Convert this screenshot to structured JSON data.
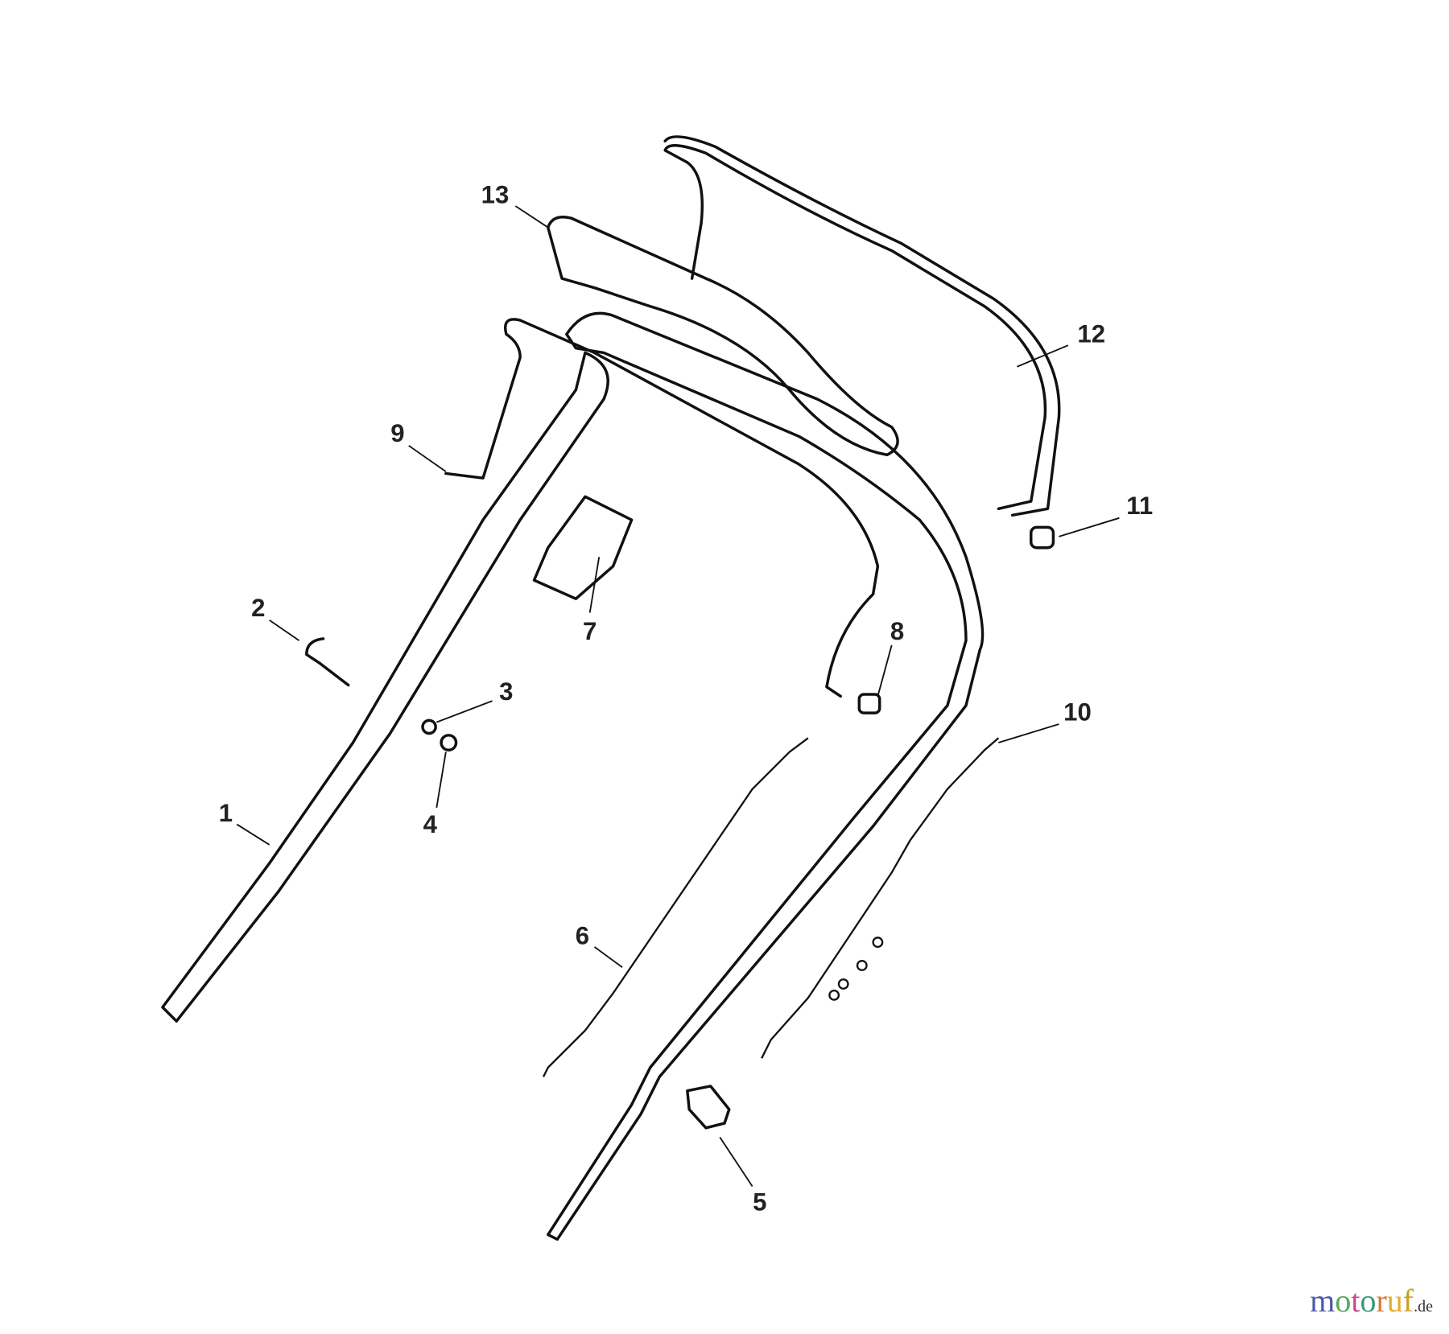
{
  "diagram": {
    "callouts": [
      "1",
      "2",
      "3",
      "4",
      "5",
      "6",
      "7",
      "8",
      "9",
      "10",
      "11",
      "12",
      "13"
    ]
  },
  "logo": {
    "text": "motoruf",
    "suffix": ".de",
    "letter_colors": [
      "#4a5aa8",
      "#5aa85a",
      "#c84a8a",
      "#3a9a7a",
      "#d87a3a",
      "#e0b030",
      "#c8a020"
    ]
  }
}
